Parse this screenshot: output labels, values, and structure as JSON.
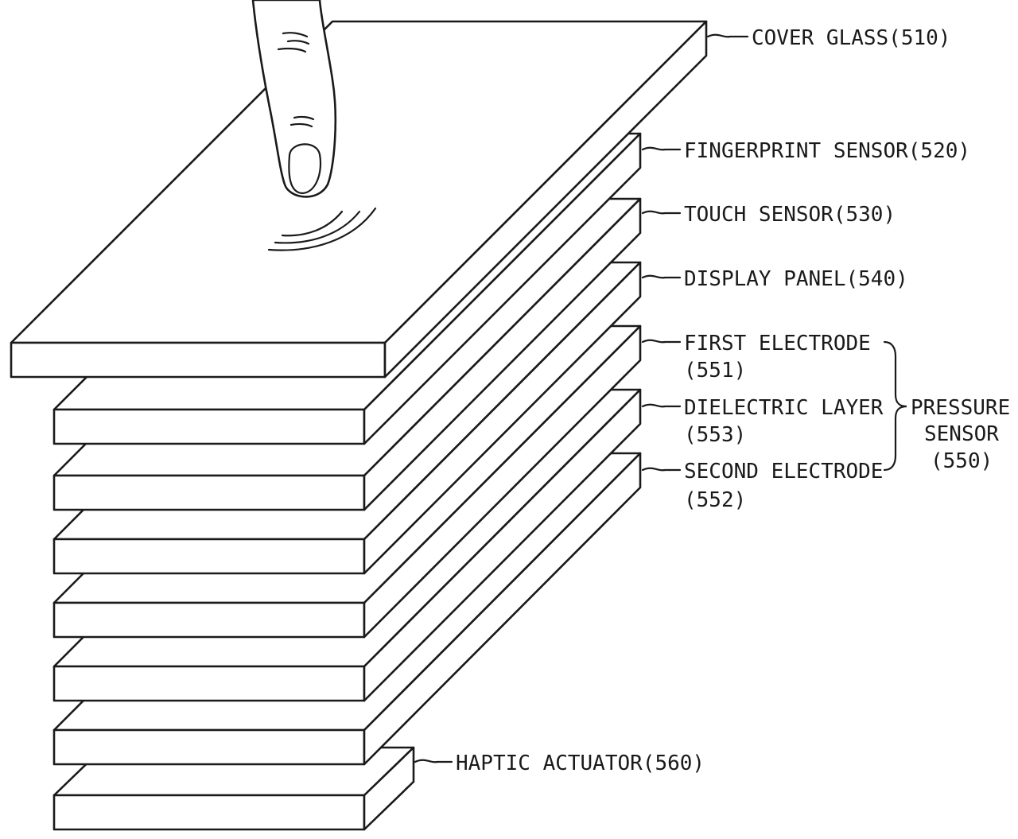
{
  "labels": {
    "cover_glass": "COVER GLASS(510)",
    "fingerprint_sensor": "FINGERPRINT SENSOR(520)",
    "touch_sensor": "TOUCH SENSOR(530)",
    "display_panel": "DISPLAY PANEL(540)",
    "first_electrode_line1": "FIRST ELECTRODE",
    "first_electrode_line2": "(551)",
    "dielectric_layer_line1": "DIELECTRIC LAYER",
    "dielectric_layer_line2": "(553)",
    "second_electrode_line1": "SECOND ELECTRODE",
    "second_electrode_line2": "(552)",
    "pressure_sensor_line1": "PRESSURE",
    "pressure_sensor_line2": "SENSOR",
    "pressure_sensor_line3": "(550)",
    "haptic_actuator": "HAPTIC ACTUATOR(560)"
  }
}
